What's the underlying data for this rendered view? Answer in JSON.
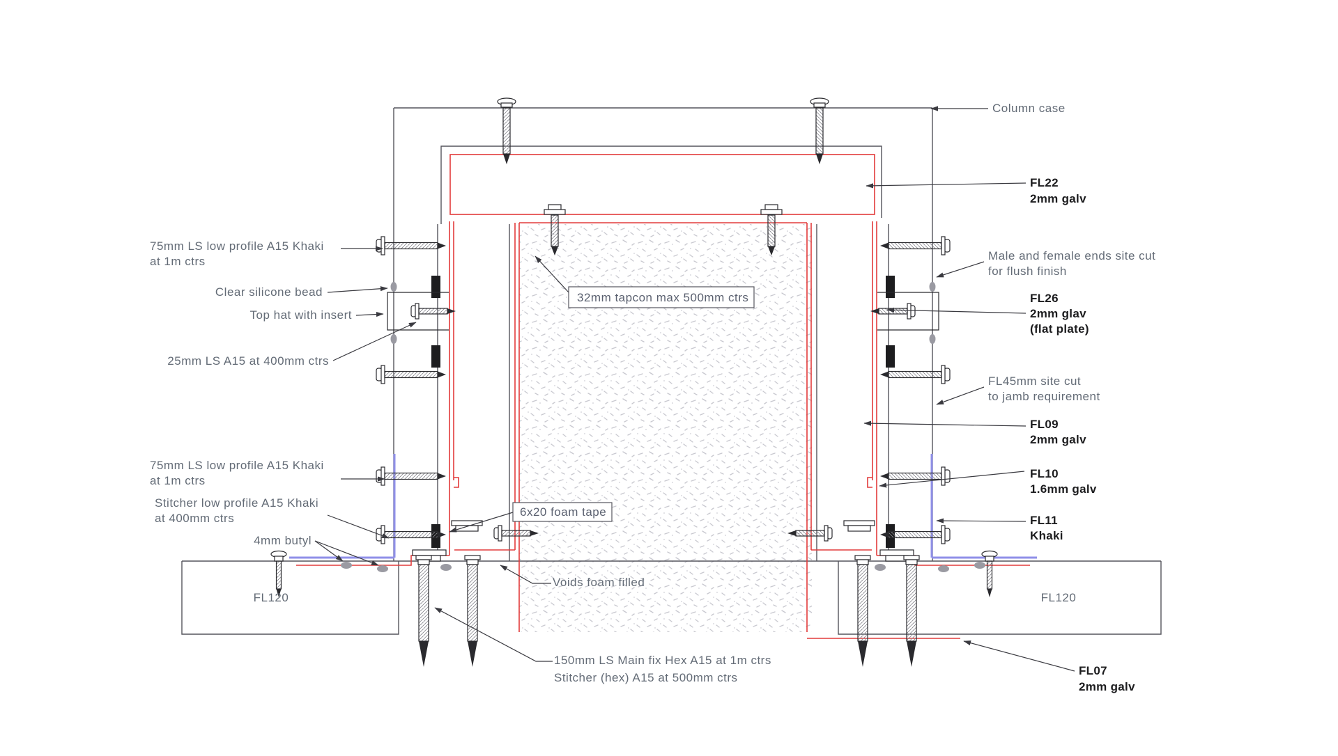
{
  "page": {
    "background": "#ffffff",
    "kind": "construction-detail-drawing"
  },
  "colors": {
    "flashing_red": "#e23b3b",
    "khaki_angle_blue": "#8f8fe8",
    "case_gray": "#54545c",
    "label_gray": "#636b76",
    "code_black": "#1c1c1e",
    "concrete_stipple": "#c9c9d0"
  },
  "annotations": {
    "top_right": {
      "column_case": "Column case"
    },
    "left": {
      "ls75_upper_1": "75mm LS low profile A15 Khaki",
      "ls75_upper_2": "at 1m ctrs",
      "silicone": "Clear silicone bead",
      "top_hat": "Top hat with insert",
      "ls25": "25mm LS A15 at 400mm ctrs",
      "ls75_lower_1": "75mm LS low profile A15 Khaki",
      "ls75_lower_2": "at 1m ctrs",
      "stitcher_1": "Stitcher low profile A15 Khaki",
      "stitcher_2": "at 400mm ctrs",
      "butyl": "4mm butyl",
      "fl120": "FL120"
    },
    "center": {
      "tapcon_box": "32mm tapcon max 500mm ctrs",
      "foam_tape_box": "6x20 foam tape",
      "voids": "Voids foam filled",
      "main_fix_1": "150mm LS Main fix Hex A15 at 1m ctrs",
      "main_fix_2": "Stitcher (hex) A15 at 500mm ctrs"
    },
    "right": {
      "fl22_code": "FL22",
      "fl22_desc": "2mm galv",
      "male_female_1": "Male and female ends site cut",
      "male_female_2": "for flush finish",
      "fl26_code": "FL26",
      "fl26_desc": "2mm glav",
      "fl26_desc2": "(flat plate)",
      "fl45_1": "FL45mm site cut",
      "fl45_2": "to jamb requirement",
      "fl09_code": "FL09",
      "fl09_desc": "2mm galv",
      "fl10_code": "FL10",
      "fl10_desc": "1.6mm galv",
      "fl11_code": "FL11",
      "fl11_desc": "Khaki",
      "fl120": "FL120",
      "fl07_code": "FL07",
      "fl07_desc": "2mm galv"
    }
  }
}
